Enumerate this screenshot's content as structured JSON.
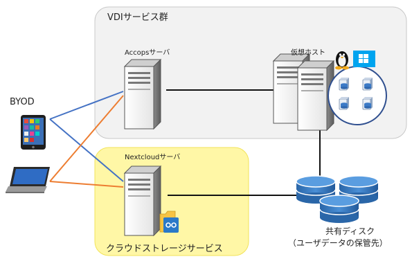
{
  "diagram": {
    "groups": {
      "vdi": {
        "label": "VDIサービス群",
        "fill": "#f2f2f2",
        "stroke": "#c8c8c8"
      },
      "storage": {
        "label": "クラウドストレージサービス",
        "fill": "#fff7a6",
        "stroke": "#f2e35a"
      }
    },
    "nodes": {
      "byod": {
        "label": "BYOD"
      },
      "accops": {
        "label": "Accopsサーバ"
      },
      "virtual_host": {
        "label": "仮想ホスト"
      },
      "nextcloud": {
        "label": "Nextcloudサーバ"
      },
      "shared_disk": {
        "label_line1": "共有ディスク",
        "label_line2": "（ユーザデータの保管先）"
      }
    },
    "colors": {
      "connector_black": "#111111",
      "connector_blue": "#4472c4",
      "connector_orange": "#ed7d31",
      "disk_blue": "#2e75b6",
      "vm_circle": "#2f4f8f",
      "windows_blue": "#00a4ef"
    },
    "icons": [
      "tablet-icon",
      "laptop-icon",
      "server-icon",
      "disk-icon",
      "linux-penguin-icon",
      "windows-icon",
      "nextcloud-folder-icon",
      "vm-icon"
    ]
  }
}
